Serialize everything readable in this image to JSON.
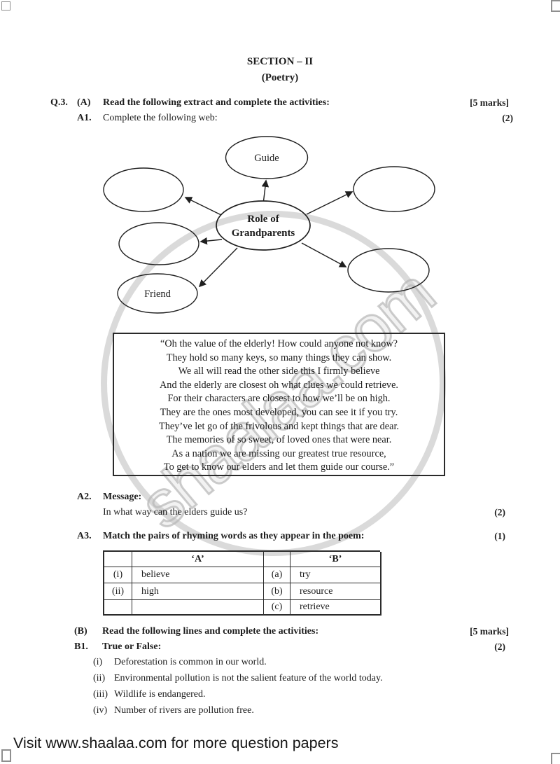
{
  "header": {
    "section_title": "SECTION – II",
    "section_subtitle": "(Poetry)"
  },
  "q3": {
    "number": "Q.3.",
    "part_label": "(A)",
    "instruction": "Read the following extract and complete the activities:",
    "marks": "[5 marks]"
  },
  "a1": {
    "number": "A1.",
    "instruction": "Complete the following web:",
    "marks": "(2)"
  },
  "web_diagram": {
    "top_label": "Guide",
    "center_line1": "Role of",
    "center_line2": "Grandparents",
    "bottom_left_label": "Friend"
  },
  "poem": {
    "lines": [
      "“Oh the value of the elderly! How could anyone not know?",
      "They hold so many keys, so many things they can show.",
      "We all will read the other side this I firmly believe",
      "And the elderly are closest oh what clues we could retrieve.",
      "For their characters are closest to how we’ll be on high.",
      "They are the ones most developed, you can see it if you try.",
      "They’ve let go of the frivolous and kept things that are dear.",
      "The memories of so sweet, of loved ones that were near.",
      "As a nation we are missing our greatest true resource,",
      "To get to know our elders and let them guide our course.”"
    ]
  },
  "a2": {
    "number": "A2.",
    "title": "Message:",
    "question": "In what way can the elders guide us?",
    "marks": "(2)"
  },
  "a3": {
    "number": "A3.",
    "instruction": "Match the pairs of rhyming words as they appear in the poem:",
    "marks": "(1)",
    "table": {
      "header_a": "‘A’",
      "header_b": "‘B’",
      "rows": [
        {
          "num_a": "(i)",
          "word_a": "believe",
          "num_b": "(a)",
          "word_b": "try"
        },
        {
          "num_a": "(ii)",
          "word_a": "high",
          "num_b": "(b)",
          "word_b": "resource"
        },
        {
          "num_a": "",
          "word_a": "",
          "num_b": "(c)",
          "word_b": "retrieve"
        }
      ]
    }
  },
  "b": {
    "part_label": "(B)",
    "instruction": "Read the following lines and complete the activities:",
    "marks": "[5 marks]"
  },
  "b1": {
    "number": "B1.",
    "title": "True or False:",
    "marks": "(2)",
    "items": [
      {
        "num": "(i)",
        "text": "Deforestation is common in our world."
      },
      {
        "num": "(ii)",
        "text": "Environmental pollution is not the salient feature of the world today."
      },
      {
        "num": "(iii)",
        "text": "Wildlife is endangered."
      },
      {
        "num": "(iv)",
        "text": "Number of rivers are pollution free."
      }
    ]
  },
  "watermark": {
    "text": "shaalaa.com"
  },
  "footer": {
    "text": "Visit www.shaalaa.com for more question papers"
  }
}
